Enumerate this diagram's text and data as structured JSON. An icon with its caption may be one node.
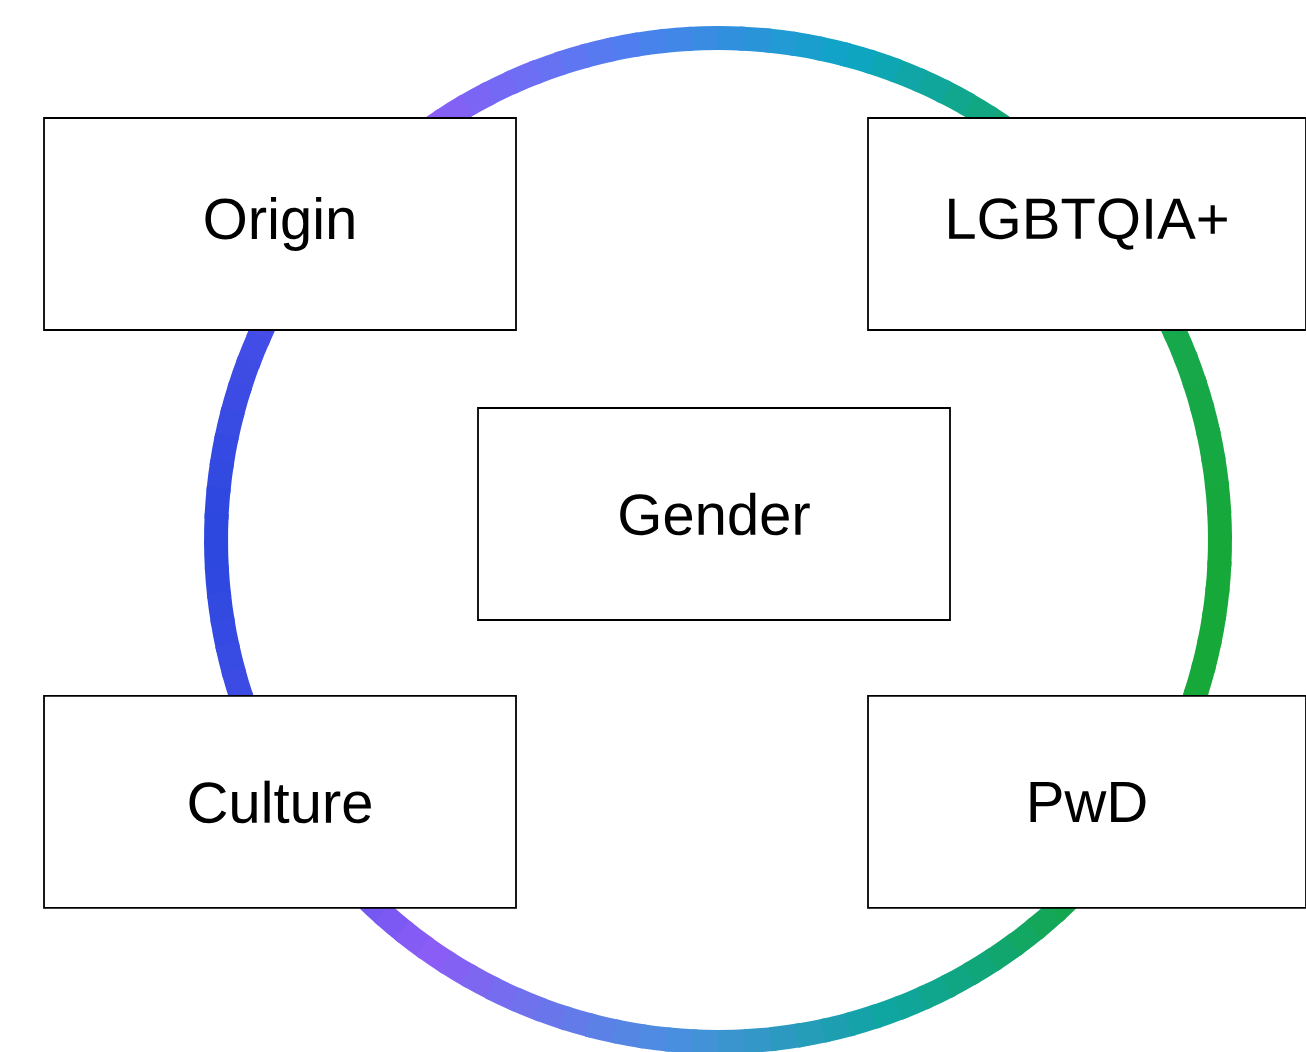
{
  "diagram": {
    "nodes": [
      {
        "text": [
          "Origin"
        ]
      },
      {
        "text": [
          "LGBTQIA+"
        ]
      },
      {
        "text": [
          "Gender"
        ]
      },
      {
        "text": [
          "Culture"
        ]
      },
      {
        "text": [
          "PwD"
        ]
      }
    ]
  }
}
